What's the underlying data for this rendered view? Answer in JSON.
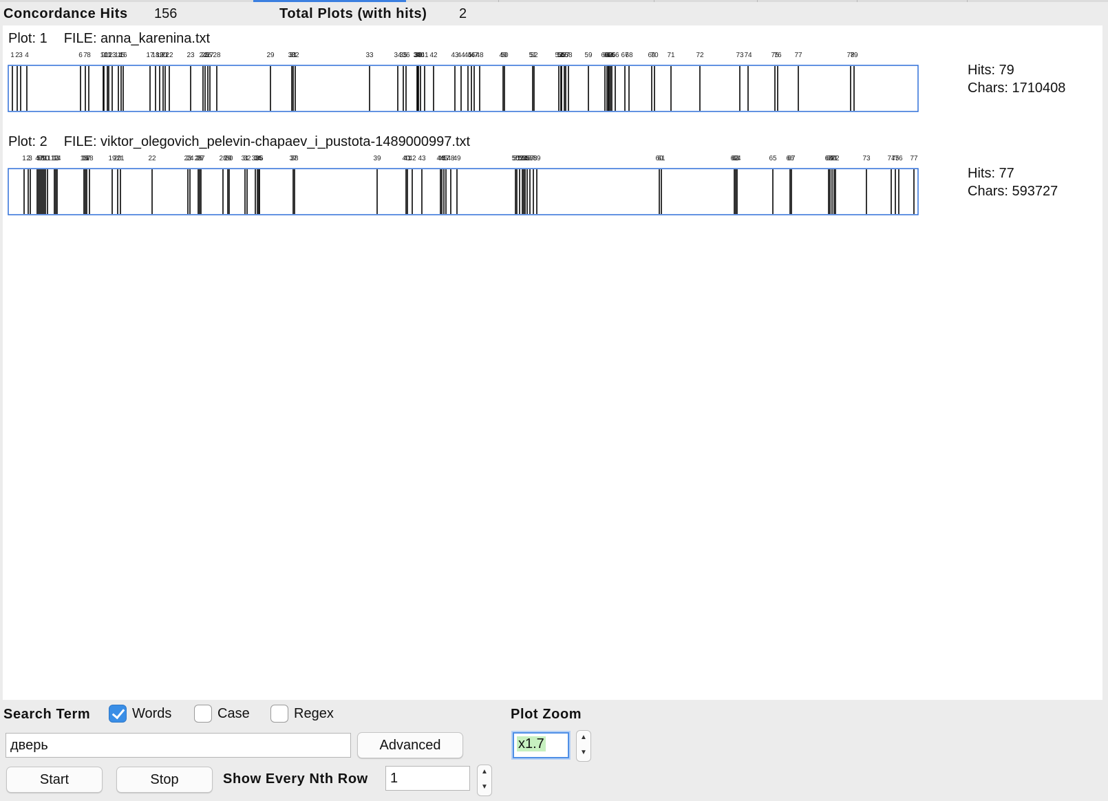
{
  "summary": {
    "concordance_hits_label": "Concordance Hits",
    "concordance_hits_value": "156",
    "total_plots_label": "Total Plots (with hits)",
    "total_plots_value": "2"
  },
  "plots": [
    {
      "plot_label": "Plot: 1",
      "file_label": "FILE: anna_karenina.txt",
      "hits_label": "Hits: 79",
      "chars_label": "Chars: 1710408",
      "labels": [
        "1",
        "2",
        "3",
        "4",
        "6",
        "7",
        "8",
        "9",
        "10",
        "11",
        "12",
        "13",
        "14",
        "15",
        "16",
        "17",
        "18",
        "19",
        "20",
        "21",
        "22",
        "23",
        "24",
        "25",
        "26",
        "27",
        "28",
        "29",
        "30",
        "31",
        "32",
        "33",
        "34",
        "35",
        "36",
        "37",
        "38",
        "39",
        "40",
        "41",
        "42",
        "43",
        "44",
        "45",
        "46",
        "47",
        "48",
        "49",
        "50",
        "51",
        "52",
        "53",
        "54",
        "55",
        "56",
        "57",
        "58",
        "59",
        "60",
        "61",
        "62",
        "63",
        "64",
        "65",
        "66",
        "67",
        "68",
        "69",
        "70",
        "71",
        "72",
        "73",
        "74",
        "75",
        "76",
        "77",
        "78",
        "79"
      ]
    },
    {
      "plot_label": "Plot: 2",
      "file_label": "FILE: viktor_olegovich_pelevin-chapaev_i_pustota-1489000997.txt",
      "hits_label": "Hits: 77",
      "chars_label": "Chars: 593727",
      "labels": [
        "1",
        "2",
        "3",
        "4",
        "5",
        "6",
        "7",
        "8",
        "9",
        "10",
        "11",
        "12",
        "13",
        "14",
        "15",
        "16",
        "17",
        "18",
        "19",
        "20",
        "21",
        "22",
        "23",
        "24",
        "25",
        "26",
        "27",
        "28",
        "29",
        "30",
        "31",
        "32",
        "33",
        "34",
        "35",
        "36",
        "37",
        "38",
        "39",
        "40",
        "41",
        "42",
        "43",
        "44",
        "45",
        "46",
        "47",
        "48",
        "49",
        "50",
        "51",
        "52",
        "53",
        "54",
        "55",
        "56",
        "57",
        "58",
        "59",
        "60",
        "61",
        "62",
        "63",
        "64",
        "65",
        "66",
        "67",
        "68",
        "69",
        "70",
        "71",
        "72",
        "73",
        "74",
        "75",
        "76",
        "77"
      ]
    }
  ],
  "controls": {
    "search_term_label": "Search Term",
    "words_label": "Words",
    "words_checked": true,
    "case_label": "Case",
    "case_checked": false,
    "regex_label": "Regex",
    "regex_checked": false,
    "search_value": "дверь",
    "advanced_label": "Advanced",
    "start_label": "Start",
    "stop_label": "Stop",
    "nth_row_label": "Show Every Nth Row",
    "nth_row_value": "1",
    "plot_zoom_label": "Plot Zoom",
    "plot_zoom_value": "x1.7"
  },
  "colors": {
    "plot_border": "#2f6fd8",
    "hit_line": "#000000",
    "panel_bg": "#ececec",
    "accent": "#3a8ee6"
  }
}
